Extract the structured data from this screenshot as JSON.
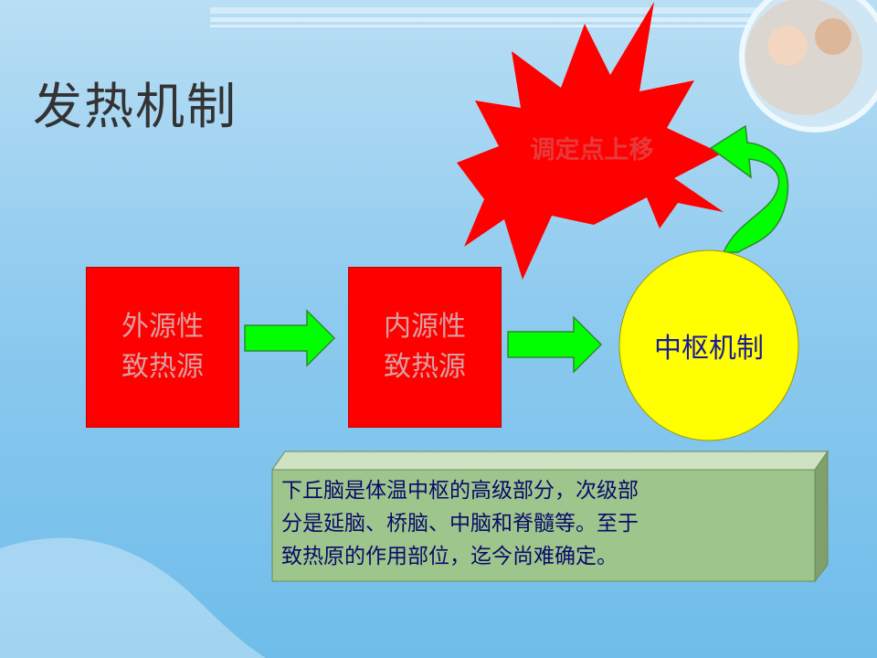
{
  "title": "发热机制",
  "boxes": {
    "exogenous": {
      "line1": "外源性",
      "line2": "致热源"
    },
    "endogenous": {
      "line1": "内源性",
      "line2": "致热源"
    }
  },
  "center": {
    "label": "中枢机制"
  },
  "burst": {
    "label": "调定点上移"
  },
  "note": {
    "lines": [
      "下丘脑是体温中枢的高级部分，次级部",
      "分是延脑、桥脑、中脑和脊髓等。至于",
      "致热原的作用部位，迄今尚难确定。"
    ]
  },
  "colors": {
    "box_fill": "#ff0000",
    "arrow_fill": "#00ff00",
    "circle_fill": "#ffff00",
    "burst_fill": "#ff0000",
    "note_fill": "#9ec58b"
  }
}
